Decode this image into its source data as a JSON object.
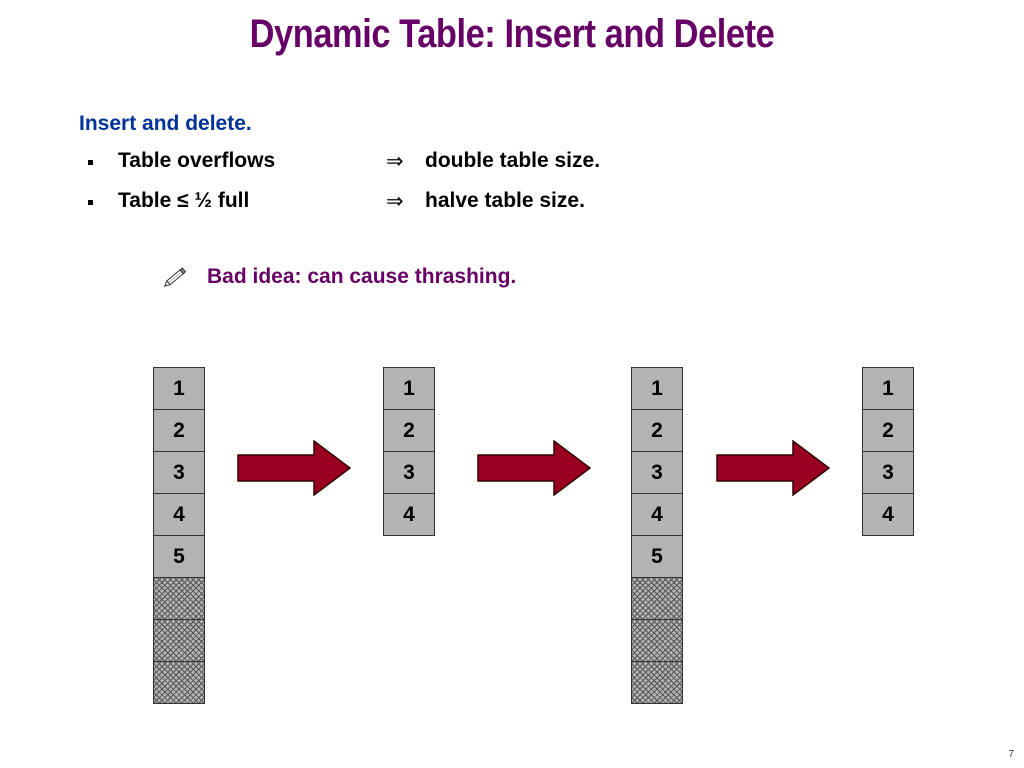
{
  "slide": {
    "title": "Dynamic Table:  Insert and Delete",
    "subheading": "Insert and delete.",
    "bullets": [
      {
        "condition": "Table overflows",
        "implies": "⇒",
        "action": "double table size."
      },
      {
        "condition": "Table ≤ ½ full",
        "implies": "⇒",
        "action": "halve table size."
      }
    ],
    "note": {
      "icon": "pencil-icon",
      "text": "Bad idea:  can cause thrashing."
    },
    "page_number": "7"
  },
  "diagram": {
    "tables": [
      {
        "cells": [
          "1",
          "2",
          "3",
          "4",
          "5",
          "",
          "",
          ""
        ],
        "filled": 5,
        "capacity": 8
      },
      {
        "cells": [
          "1",
          "2",
          "3",
          "4"
        ],
        "filled": 4,
        "capacity": 4
      },
      {
        "cells": [
          "1",
          "2",
          "3",
          "4",
          "5",
          "",
          "",
          ""
        ],
        "filled": 5,
        "capacity": 8
      },
      {
        "cells": [
          "1",
          "2",
          "3",
          "4"
        ],
        "filled": 4,
        "capacity": 4
      }
    ],
    "arrows": [
      "right-arrow",
      "right-arrow",
      "right-arrow"
    ],
    "colors": {
      "arrow": "#990022",
      "cell": "#b3b3b3",
      "title": "#660066",
      "subheading": "#003399"
    }
  }
}
